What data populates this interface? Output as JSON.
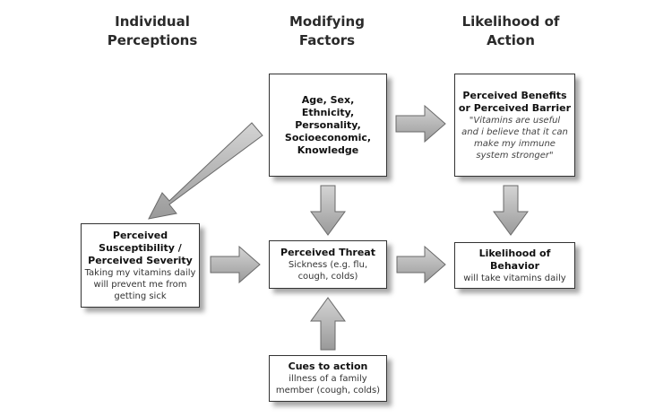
{
  "headers": {
    "individual": [
      "Individual",
      "Perceptions"
    ],
    "modifying": [
      "Modifying",
      "Factors"
    ],
    "likelihood": [
      "Likelihood of",
      "Action"
    ]
  },
  "boxes": {
    "modifying_factors": {
      "lines": [
        "Age, Sex,",
        "Ethnicity,",
        "Personality,",
        "Socioeconomic,",
        "Knowledge"
      ]
    },
    "benefits": {
      "title": [
        "Perceived Benefits",
        "or Perceived Barrier"
      ],
      "quote": [
        "\"Vitamins are useful",
        "and i believe that it can",
        "make my immune",
        "system stronger\""
      ]
    },
    "susceptibility": {
      "title": [
        "Perceived",
        "Susceptibility /",
        "Perceived Severity"
      ],
      "text": [
        "Taking my vitamins daily",
        "will prevent me from",
        "getting sick"
      ]
    },
    "threat": {
      "title": "Perceived Threat",
      "text": [
        "Sickness (e.g. flu,",
        "cough, colds)"
      ]
    },
    "behavior": {
      "title": [
        "Likelihood of",
        "Behavior"
      ],
      "text": "will take vitamins daily"
    },
    "cues": {
      "title": "Cues to action",
      "text": [
        "illness of a family",
        "member (cough, colds)"
      ]
    }
  },
  "colors": {
    "arrow_fill": "#b0b0b0",
    "arrow_stroke": "#6a6a6a",
    "border": "#333333"
  }
}
